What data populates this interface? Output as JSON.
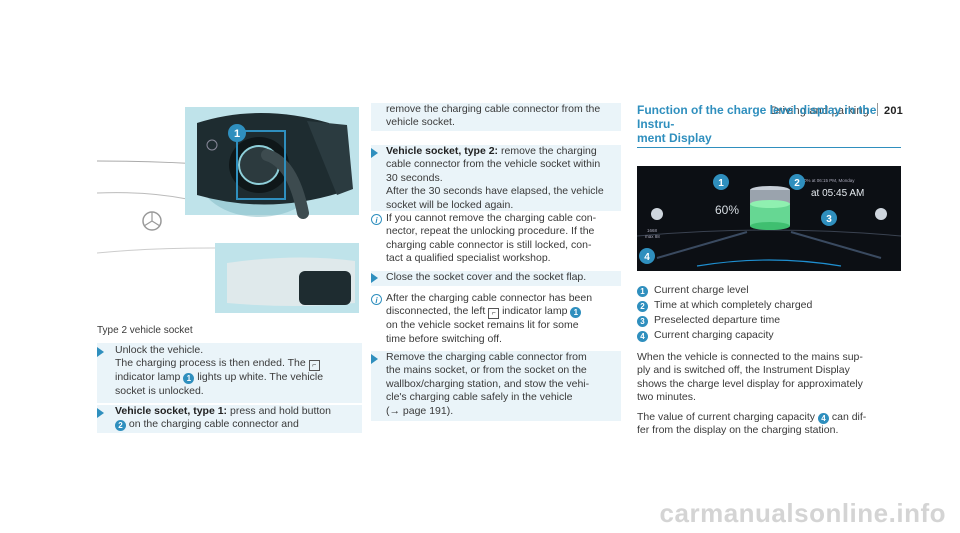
{
  "header": {
    "section": "Driving and parking",
    "page": "201"
  },
  "figure1": {
    "caption": "Type 2 vehicle socket",
    "callouts": [
      "1"
    ]
  },
  "col1": {
    "step1": {
      "line1": "Unlock the vehicle.",
      "line2a": "The charging process is then ended. The",
      "line3a": "indicator lamp",
      "line3b": "lights up white. The vehicle",
      "line4": "socket is unlocked."
    },
    "step2": {
      "heading": "Vehicle socket, type 1:",
      "line1b": "press and hold button",
      "line2b": "on the charging cable connector and"
    }
  },
  "col2": {
    "cont": {
      "line1": "remove the charging cable connector from the",
      "line2": "vehicle socket."
    },
    "step3": {
      "heading": "Vehicle socket, type 2:",
      "line1b": "remove the charging",
      "line2": "cable connector from the vehicle socket within",
      "line3": "30 seconds.",
      "line4": "After the 30 seconds have elapsed, the vehicle",
      "line5": "socket will be locked again."
    },
    "note1": {
      "line1": "If you cannot remove the charging cable con-",
      "line2": "nector, repeat the unlocking procedure. If the",
      "line3": "charging cable connector is still locked, con-",
      "line4": "tact a qualified specialist workshop."
    },
    "step4": {
      "line1": "Close the socket cover and the socket flap."
    },
    "note2": {
      "line1": "After the charging cable connector has been",
      "line2a": "disconnected, the left",
      "line2b": "indicator lamp",
      "line3": "on the vehicle socket remains lit for some",
      "line4": "time before switching off."
    },
    "step5": {
      "line1": "Remove the charging cable connector from",
      "line2": "the mains socket, or from the socket on the",
      "line3": "wallbox/charging station, and stow the vehi-",
      "line4": "cle's charging cable safely in the vehicle",
      "line5": "(→ page 191)."
    }
  },
  "col3": {
    "title_line1": "Function of the charge level display in the Instru-",
    "title_line2": "ment Display",
    "display": {
      "percent": "60%",
      "small_text": "100% at 06:15 PM, Monday",
      "time": "at 05:45 AM",
      "left_small": "1668",
      "left_small2": "max 88"
    },
    "legend": [
      {
        "n": "1",
        "text": "Current charge level"
      },
      {
        "n": "2",
        "text": "Time at which completely charged"
      },
      {
        "n": "3",
        "text": "Preselected departure time"
      },
      {
        "n": "4",
        "text": "Current charging capacity"
      }
    ],
    "para1": {
      "line1": "When the vehicle is connected to the mains sup-",
      "line2": "ply and is switched off, the Instrument Display",
      "line3": "shows the charge level display for approximately",
      "line4": "two minutes."
    },
    "para2": {
      "line1a": "The value of current charging capacity",
      "line1b": "can dif-",
      "line2": "fer from the display on the charging station."
    }
  },
  "watermark": "carmanualsonline.info",
  "colors": {
    "accent": "#2f8fbe",
    "tint": "#eaf4f9",
    "figure_bg": "#bfe3ea"
  }
}
